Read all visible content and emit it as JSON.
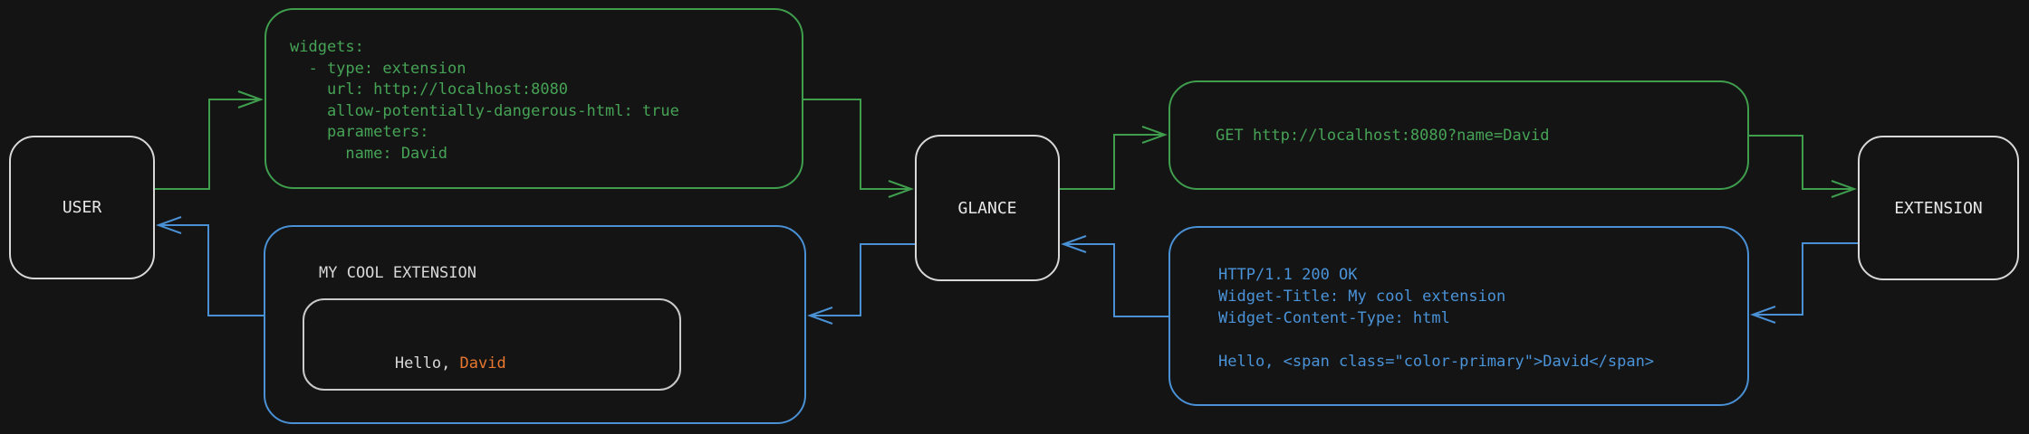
{
  "diagram": {
    "background": "#141414",
    "colors": {
      "request_green": "#3f9e4e",
      "response_blue": "#4a90d5",
      "accent_orange": "#e8772f",
      "node_border": "#d8d8d8",
      "text_light": "#e8e8e8"
    },
    "nodes": {
      "user": {
        "label": "USER"
      },
      "glance": {
        "label": "GLANCE"
      },
      "extension": {
        "label": "EXTENSION"
      }
    },
    "messages": {
      "config_yaml": {
        "text": "widgets:\n  - type: extension\n    url: http://localhost:8080\n    allow-potentially-dangerous-html: true\n    parameters:\n      name: David"
      },
      "request": {
        "text": "GET http://localhost:8080?name=David"
      },
      "response": {
        "text": "HTTP/1.1 200 OK\nWidget-Title: My cool extension\nWidget-Content-Type: html\n\nHello, <span class=\"color-primary\">David</span>"
      },
      "widget_preview": {
        "title": "MY COOL EXTENSION",
        "greeting_prefix": "Hello, ",
        "greeting_name": "David"
      }
    }
  }
}
